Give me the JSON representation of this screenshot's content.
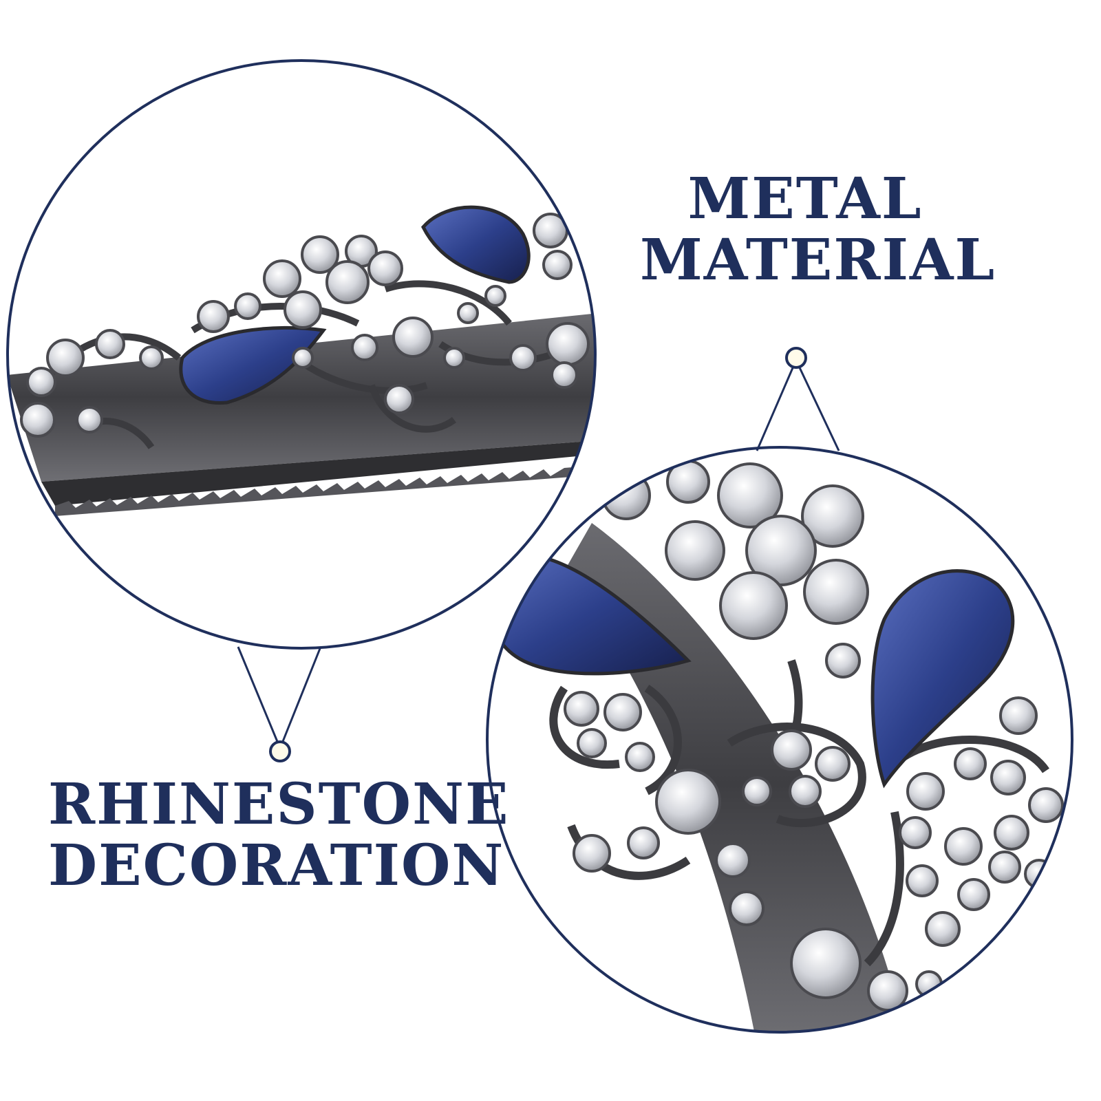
{
  "colors": {
    "accent": "#1f2f5c",
    "sapphire": "#2c3f8a",
    "metal": "#4a4a4e",
    "rhinestone": "#dcdde2",
    "background": "#ffffff"
  },
  "callouts": {
    "metal_material": {
      "line1": "METAL",
      "line2": "MATERIAL"
    },
    "rhinestone_decoration": {
      "line1": "RHINESTONE",
      "line2": "DECORATION"
    }
  },
  "product": "hair clip with rhinestone and sapphire-blue teardrop stones"
}
